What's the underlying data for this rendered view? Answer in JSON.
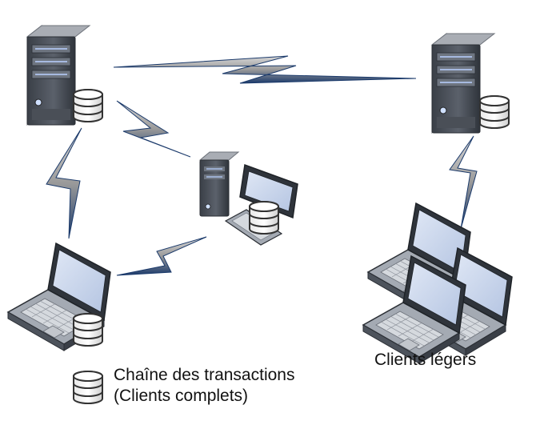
{
  "labels": {
    "light_clients": "Clients légers",
    "legend_line1": "Chaîne des transactions",
    "legend_line2": "(Clients complets)"
  },
  "icons": {
    "server": "server-icon",
    "database": "database-icon",
    "laptop": "laptop-icon",
    "workstation": "desktop-computer-icon",
    "link": "lightning-link-icon"
  },
  "colors": {
    "link_dark": "#1b3a6b",
    "link_light": "#c8c8c8",
    "screen": "#c9d6ec",
    "device_dark": "#4a4f57",
    "device_light": "#9aa0a8",
    "database_stroke": "#333333"
  }
}
